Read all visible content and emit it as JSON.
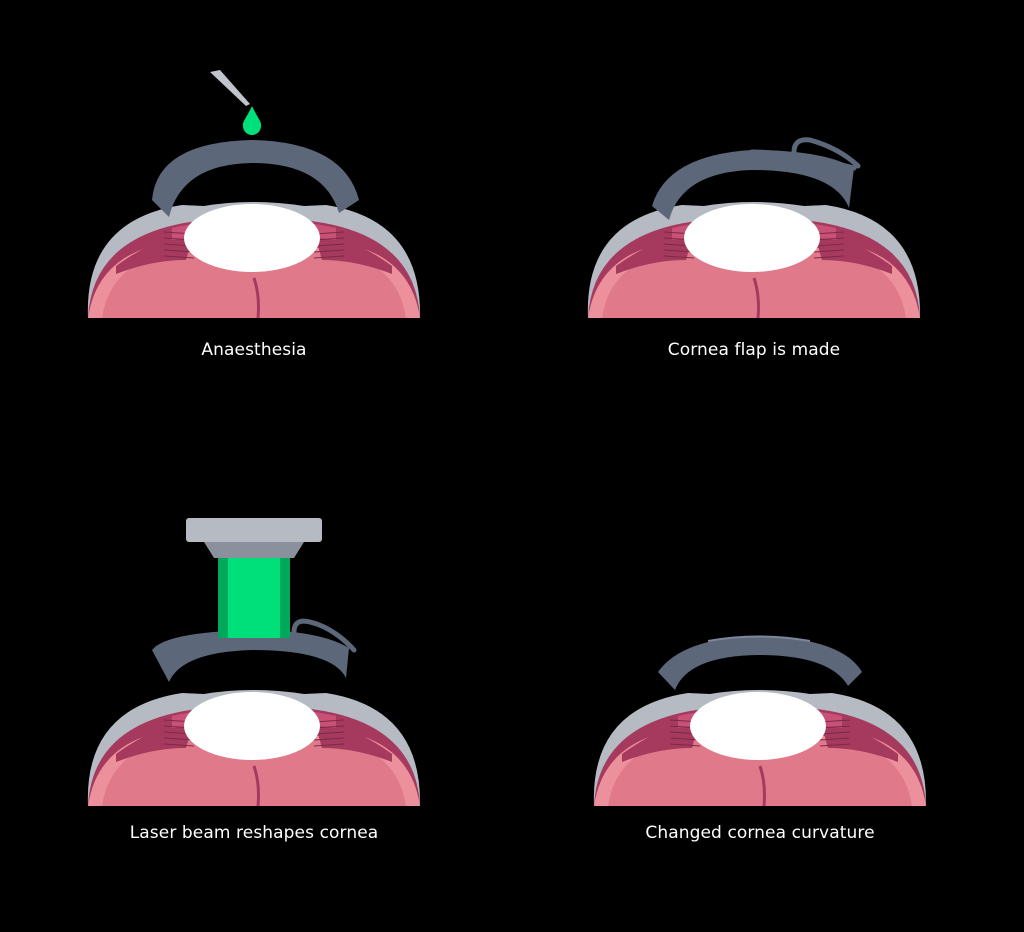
{
  "colors": {
    "background": "#000000",
    "sclera": "#b5bac3",
    "cornea": "#5c6779",
    "iris_outer": "#a63a5e",
    "iris_inner": "#c95177",
    "vitreous": "#e07a8a",
    "vitreous_light": "#ec909b",
    "lens": "#ffffff",
    "laser_beam": "#00e07a",
    "drop": "#00e07a",
    "device": "#b5bac3",
    "text": "#ffffff"
  },
  "steps": [
    {
      "caption": "Anaesthesia"
    },
    {
      "caption": "Cornea flap is made"
    },
    {
      "caption": "Laser  beam reshapes cornea"
    },
    {
      "caption": "Changed cornea curvature"
    }
  ]
}
